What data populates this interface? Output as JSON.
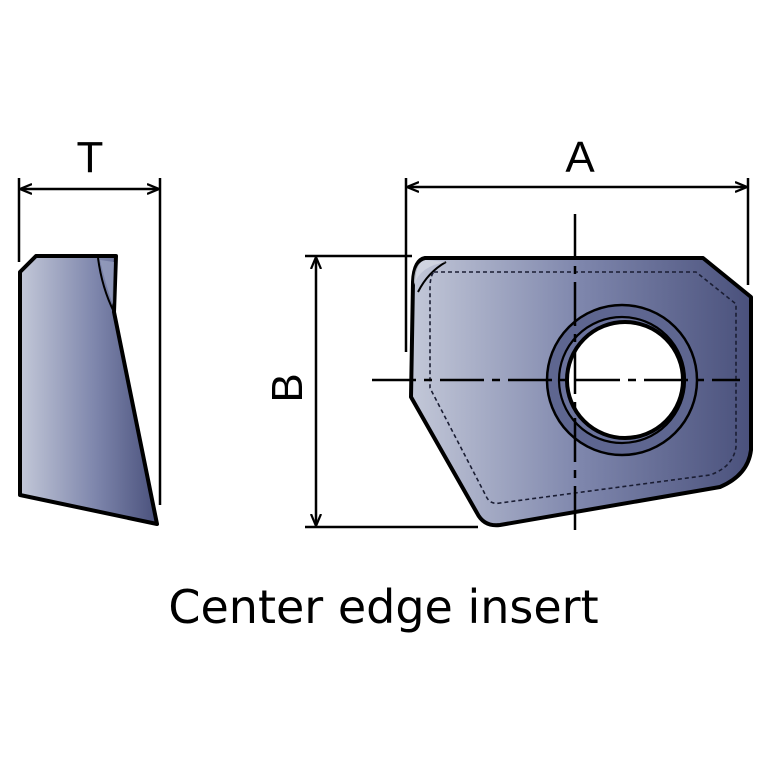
{
  "labels": {
    "thickness": "T",
    "length": "A",
    "width": "B",
    "caption": "Center edge insert"
  },
  "colors": {
    "steel_light": "#c3c8d8",
    "steel_mid": "#7e86ac",
    "steel_dark": "#4a517c",
    "outline": "#000000"
  }
}
